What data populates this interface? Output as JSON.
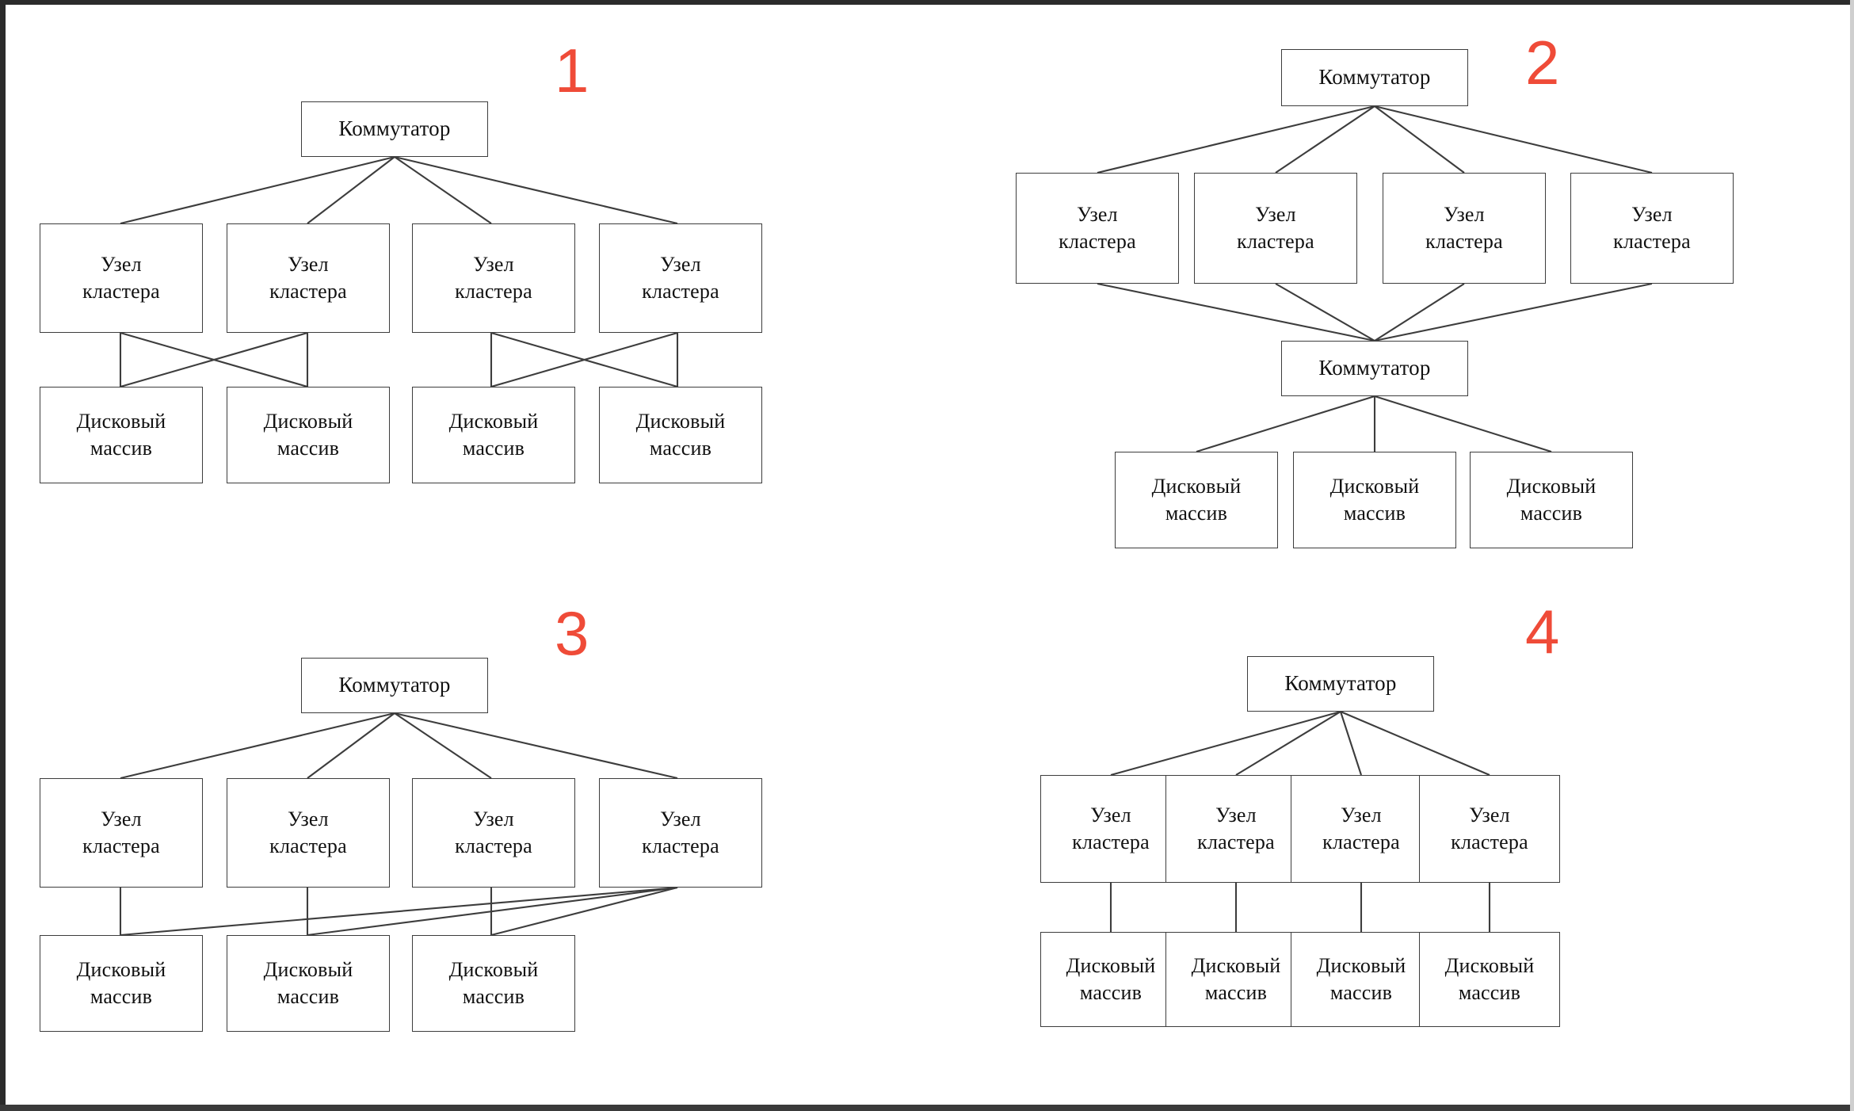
{
  "labels": {
    "switch": "Коммутатор",
    "cluster_node_line1": "Узел",
    "cluster_node_line2": "кластера",
    "disk_array_line1": "Дисковый",
    "disk_array_line2": "массив"
  },
  "colors": {
    "number": "#ef4b38",
    "box_border": "#3d3d3d",
    "line": "#3d3d3d",
    "background": "#ffffff",
    "text": "#111111"
  },
  "panels": [
    {
      "number": "1",
      "switches": [
        "Коммутатор"
      ],
      "cluster_nodes": [
        "Узел кластера",
        "Узел кластера",
        "Узел кластера",
        "Узел кластера"
      ],
      "disk_arrays": [
        "Дисковый массив",
        "Дисковый массив",
        "Дисковый массив",
        "Дисковый массив"
      ],
      "topology": "Один коммутатор; 4 узла кластера; 4 дисковых массива; узлы попарно перекрёстно соединены с массивами (крест)"
    },
    {
      "number": "2",
      "switches": [
        "Коммутатор",
        "Коммутатор"
      ],
      "cluster_nodes": [
        "Узел кластера",
        "Узел кластера",
        "Узел кластера",
        "Узел кластера"
      ],
      "disk_arrays": [
        "Дисковый массив",
        "Дисковый массив",
        "Дисковый массив"
      ],
      "topology": "Два коммутатора; 4 узла кластера между ними; нижний коммутатор соединён с 3 дисковыми массивами"
    },
    {
      "number": "3",
      "switches": [
        "Коммутатор"
      ],
      "cluster_nodes": [
        "Узел кластера",
        "Узел кластера",
        "Узел кластера",
        "Узел кластера"
      ],
      "disk_arrays": [
        "Дисковый массив",
        "Дисковый массив",
        "Дисковый массив"
      ],
      "topology": "Один коммутатор; 4 узла кластера; 3 дисковых массива; четвёртый узел соединён со всеми тремя массивами"
    },
    {
      "number": "4",
      "switches": [
        "Коммутатор"
      ],
      "cluster_nodes": [
        "Узел кластера",
        "Узел кластера",
        "Узел кластера",
        "Узел кластера"
      ],
      "disk_arrays": [
        "Дисковый массив",
        "Дисковый массив",
        "Дисковый массив",
        "Дисковый массив"
      ],
      "topology": "Один коммутатор; 4 узла кластера; каждый узел соединён с собственным дисковым массивом"
    }
  ]
}
